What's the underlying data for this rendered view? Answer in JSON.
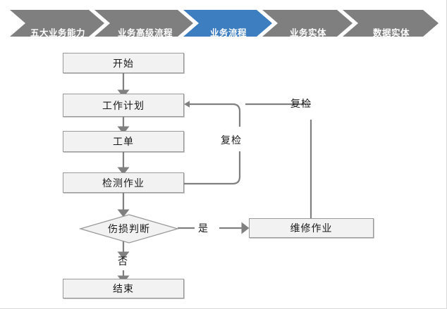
{
  "breadcrumb": {
    "items": [
      {
        "label": "五大业务能力",
        "active": false
      },
      {
        "label": "业务高级流程",
        "active": false
      },
      {
        "label": "业务流程",
        "active": true
      },
      {
        "label": "业务实体",
        "active": false
      },
      {
        "label": "数据实体",
        "active": false
      }
    ],
    "inactive_color": "#7F7F7F",
    "active_color": "#3C7EBF",
    "text_color": "#FFFFFF"
  },
  "flowchart": {
    "node_fill": "#F2F2F2",
    "node_border": "#9A9A9A",
    "connector_color": "#808080",
    "nodes": [
      {
        "id": "start",
        "label": "开始",
        "shape": "rect"
      },
      {
        "id": "work-plan",
        "label": "工作计划",
        "shape": "rect"
      },
      {
        "id": "work-order",
        "label": "工单",
        "shape": "rect"
      },
      {
        "id": "inspection",
        "label": "检测作业",
        "shape": "rect"
      },
      {
        "id": "damage",
        "label": "伤损判断",
        "shape": "diamond"
      },
      {
        "id": "repair",
        "label": "维修作业",
        "shape": "rect"
      },
      {
        "id": "end",
        "label": "结束",
        "shape": "rect"
      }
    ],
    "edge_labels": {
      "recheck_inner": "复检",
      "recheck_outer": "复检",
      "yes": "是",
      "no": "否"
    }
  }
}
